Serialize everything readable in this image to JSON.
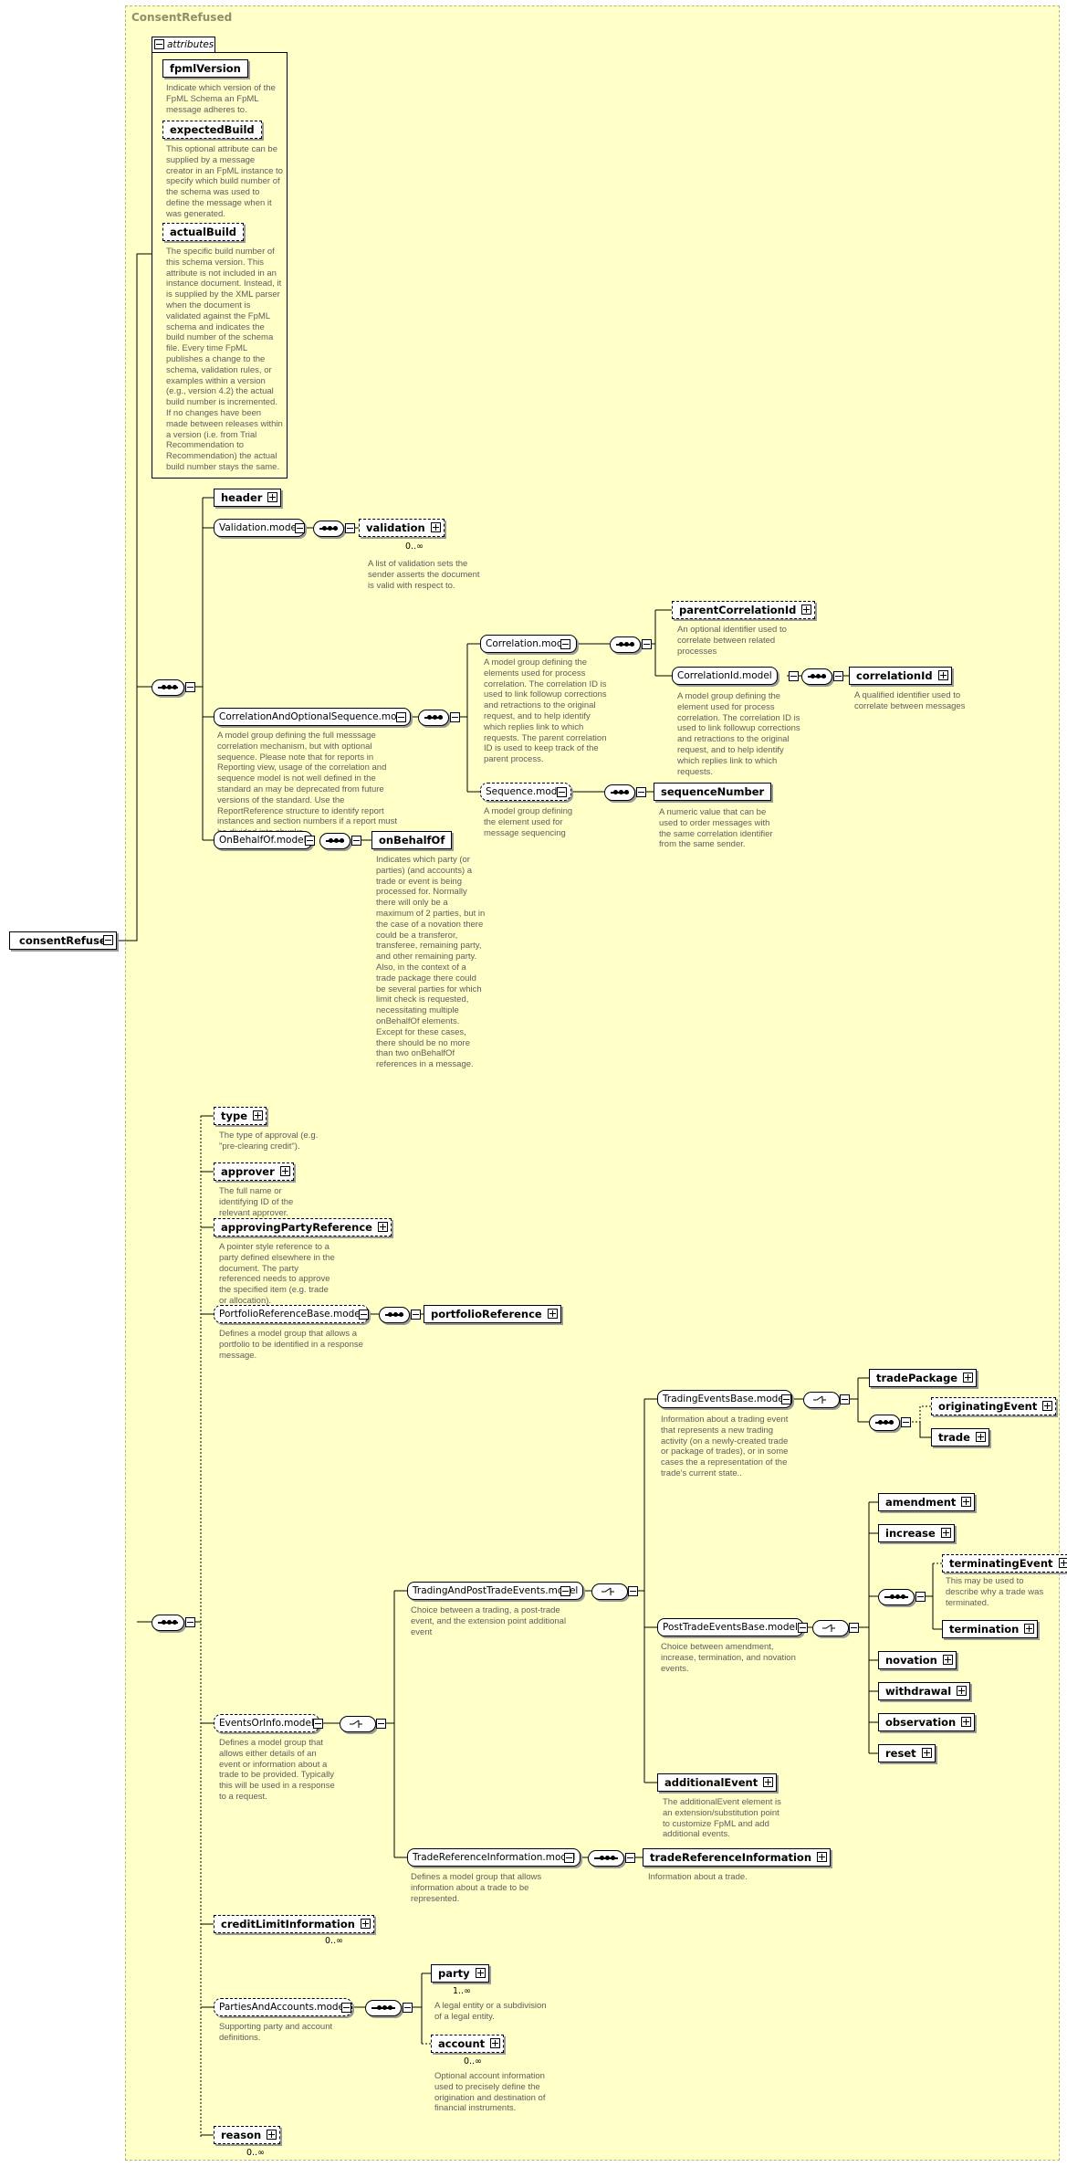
{
  "diagram": {
    "container_title": "ConsentRefused",
    "attributes_label": "attributes",
    "root": {
      "name": "consentRefused"
    },
    "attributes": [
      {
        "name": "fpmlVersion",
        "desc": "Indicate which version of the FpML Schema an FpML message adheres to."
      },
      {
        "name": "expectedBuild",
        "desc": "This optional attribute can be supplied by a message creator in an FpML instance to specify which build number of the schema was used to define the message when it was generated."
      },
      {
        "name": "actualBuild",
        "desc": "The specific build number of this schema version. This attribute is not included in an instance document. Instead, it is supplied by the XML parser when the document is validated against the FpML schema and indicates the build number of the schema file. Every time FpML publishes a change to the schema, validation rules, or examples within a version (e.g., version 4.2) the actual build number is incremented. If no changes have been made between releases within a version (i.e. from Trial Recommendation to Recommendation) the actual build number stays the same."
      }
    ],
    "nodes": {
      "header": {
        "name": "header"
      },
      "validation_model": {
        "name": "Validation.model"
      },
      "validation": {
        "name": "validation",
        "card": "0..∞",
        "desc": "A list of validation sets the sender asserts the document is valid with respect to."
      },
      "corr_opt_seq": {
        "name": "CorrelationAndOptionalSequence.mo...",
        "desc": "A model group defining the full messsage correlation mechanism, but with optional sequence. Please note that for reports in Reporting view, usage of the correlation and sequence model is not well defined in the standard an may be deprecated from future versions of the standard. Use the ReportReference structure to identify report instances and section numbers if a report must be divided into chunks."
      },
      "correlation_model": {
        "name": "Correlation.model",
        "desc": "A model group defining the elements used for process correlation. The correlation ID is used to link followup corrections and retractions to the original request, and to help identify which replies link to which requests. The parent correlation ID is used to keep track of the parent process."
      },
      "parent_correlation_id": {
        "name": "parentCorrelationId",
        "desc": "An optional identifier used to correlate between related processes"
      },
      "correlation_id_model": {
        "name": "CorrelationId.model",
        "desc": "A model group defining the element used for process correlation. The correlation ID is used to link followup corrections and retractions to the original request, and to help identify which replies link to which requests."
      },
      "correlation_id": {
        "name": "correlationId",
        "desc": "A qualified identifier used to correlate between messages"
      },
      "sequence_model": {
        "name": "Sequence.model",
        "desc": "A model group defining the element used for message sequencing"
      },
      "sequence_number": {
        "name": "sequenceNumber",
        "desc": "A numeric value that can be used to order messages with the same correlation identifier from the same sender."
      },
      "on_behalf_of_model": {
        "name": "OnBehalfOf.model"
      },
      "on_behalf_of": {
        "name": "onBehalfOf",
        "desc": "Indicates which party (or parties) (and accounts) a trade or event is being processed for. Normally there will only be a maximum of 2 parties, but in the case of a novation there could be a transferor, transferee, remaining party, and other remaining party. Also, in the context of a trade package there could be several parties for which limit check is requested, necessitating multiple onBehalfOf elements. Except for these cases, there should be no more than two onBehalfOf references in a message."
      },
      "type": {
        "name": "type",
        "desc": "The type of approval (e.g. \"pre-clearing credit\")."
      },
      "approver": {
        "name": "approver",
        "desc": "The full name or identifying ID of the relevant approver."
      },
      "approving_party_reference": {
        "name": "approvingPartyReference",
        "desc": "A pointer style reference to a party defined elsewhere in the document. The party referenced needs to approve the specified item (e.g. trade or allocation)."
      },
      "portfolio_reference_base_model": {
        "name": "PortfolioReferenceBase.model",
        "desc": "Defines a model group that allows a portfolio to be identified in a response message."
      },
      "portfolio_reference": {
        "name": "portfolioReference"
      },
      "events_or_info_model": {
        "name": "EventsOrInfo.model",
        "desc": "Defines a model group that allows either details of an event or information about a trade to be provided. Typically this will be used in a response to a request."
      },
      "trading_and_post_trade_events_model": {
        "name": "TradingAndPostTradeEvents.model",
        "desc": "Choice between a trading, a post-trade event, and the extension point additional event"
      },
      "trading_events_base_model": {
        "name": "TradingEventsBase.model",
        "desc": "Information about a trading event that represents a new trading activity (on a newly-created trade or package of trades), or in some cases the a representation of the trade's current state.."
      },
      "trade_package": {
        "name": "tradePackage"
      },
      "originating_event": {
        "name": "originatingEvent"
      },
      "trade": {
        "name": "trade"
      },
      "post_trade_events_base_model": {
        "name": "PostTradeEventsBase.model",
        "desc": "Choice between amendment, increase, termination, and novation events."
      },
      "amendment": {
        "name": "amendment"
      },
      "increase": {
        "name": "increase"
      },
      "terminating_event": {
        "name": "terminatingEvent",
        "desc": "This may be used to describe why a trade was terminated."
      },
      "termination": {
        "name": "termination"
      },
      "novation": {
        "name": "novation"
      },
      "withdrawal": {
        "name": "withdrawal"
      },
      "observation": {
        "name": "observation"
      },
      "reset": {
        "name": "reset"
      },
      "additional_event": {
        "name": "additionalEvent",
        "desc": "The additionalEvent element is an extension/substitution point to customize FpML and add additional events."
      },
      "trade_reference_information_model": {
        "name": "TradeReferenceInformation.model",
        "desc": "Defines a model group that allows information about a trade to be represented."
      },
      "trade_reference_information": {
        "name": "tradeReferenceInformation",
        "desc": "Information about a trade."
      },
      "credit_limit_information": {
        "name": "creditLimitInformation",
        "card": "0..∞"
      },
      "parties_and_accounts_model": {
        "name": "PartiesAndAccounts.model",
        "desc": "Supporting party and account definitions."
      },
      "party": {
        "name": "party",
        "card": "1..∞",
        "desc": "A legal entity or a subdivision of a legal entity."
      },
      "account": {
        "name": "account",
        "card": "0..∞",
        "desc": "Optional account information used to precisely define the origination and destination of financial instruments."
      },
      "reason": {
        "name": "reason",
        "card": "0..∞"
      }
    }
  }
}
